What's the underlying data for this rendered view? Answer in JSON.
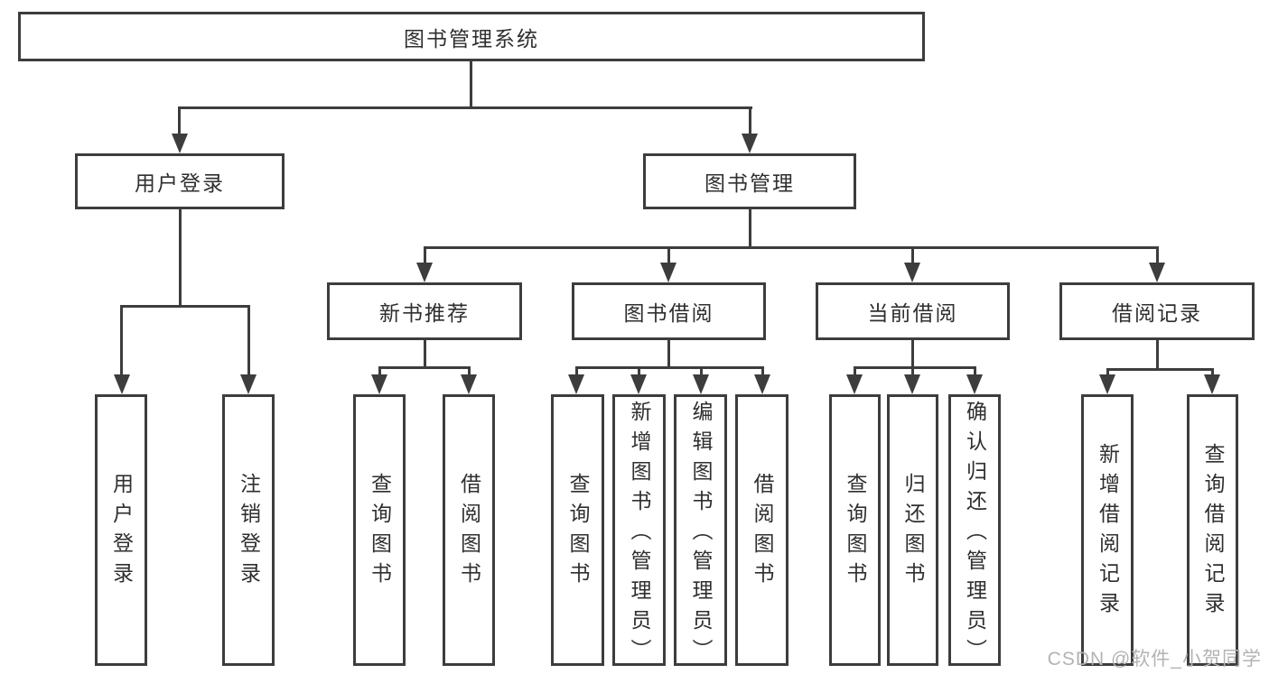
{
  "diagram": {
    "root": {
      "label": "图书管理系统"
    },
    "branches": {
      "user_login": {
        "label": "用户登录"
      },
      "book_management": {
        "label": "图书管理"
      }
    },
    "modules": {
      "new_book_recommend": {
        "label": "新书推荐"
      },
      "book_borrowing": {
        "label": "图书借阅"
      },
      "current_borrowing": {
        "label": "当前借阅"
      },
      "borrowing_records": {
        "label": "借阅记录"
      }
    },
    "leaves": {
      "user_login_action": {
        "label": "用户登录"
      },
      "logout_action": {
        "label": "注销登录"
      },
      "recommend_query_books": {
        "label": "查询图书"
      },
      "recommend_borrow_books": {
        "label": "借阅图书"
      },
      "borrowing_query_books": {
        "label": "查询图书"
      },
      "borrowing_add_books": {
        "label": "新增图书（管理员）"
      },
      "borrowing_edit_books": {
        "label": "编辑图书（管理员）"
      },
      "borrowing_borrow_books": {
        "label": "借阅图书"
      },
      "current_query_books": {
        "label": "查询图书"
      },
      "current_return_books": {
        "label": "归还图书"
      },
      "current_confirm_return": {
        "label": "确认归还（管理员）"
      },
      "records_add_record": {
        "label": "新增借阅记录"
      },
      "records_query_record": {
        "label": "查询借阅记录"
      }
    },
    "colors": {
      "line": "#3d3d3d",
      "text": "#2f2f2f",
      "watermark": "#b3b3b3",
      "background": "#ffffff"
    },
    "watermark": "CSDN @软件_小贺同学"
  }
}
